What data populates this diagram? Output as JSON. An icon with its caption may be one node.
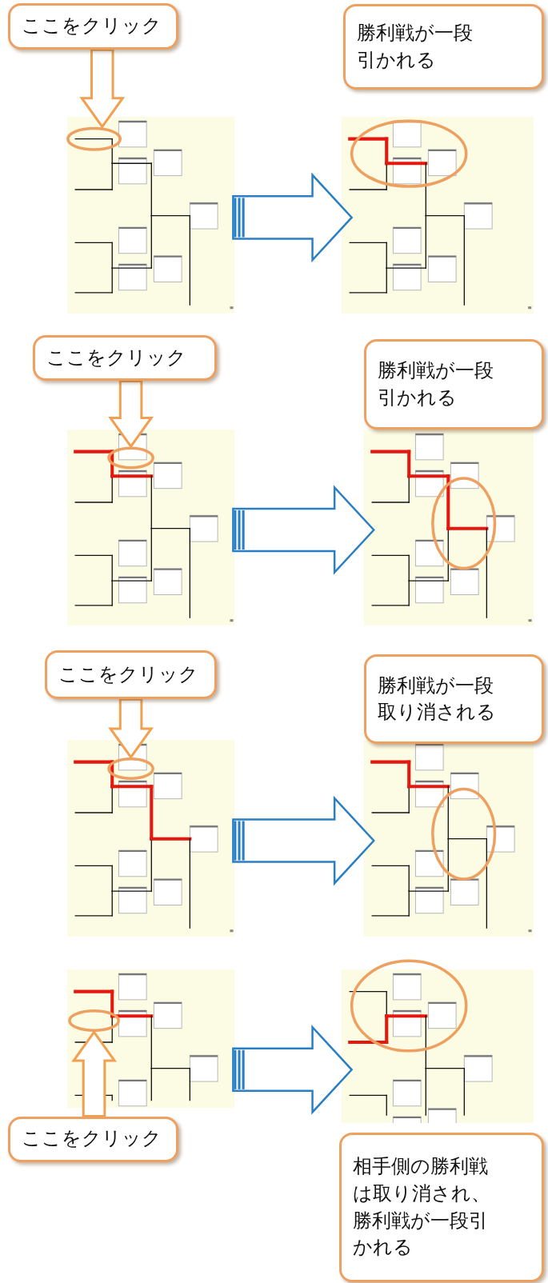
{
  "diagram": {
    "nodes": [
      {
        "text": [
          "ここをクリック"
        ]
      },
      {
        "text": [
          "勝利戦が一段引かれる"
        ]
      },
      {
        "text": [],
        "shape": "bracket"
      },
      {
        "text": [],
        "shape": "bracket"
      },
      {
        "text": [
          "ここをクリック"
        ]
      },
      {
        "text": [
          "勝利戦が一段引かれる"
        ]
      },
      {
        "text": [],
        "shape": "bracket"
      },
      {
        "text": [],
        "shape": "bracket"
      },
      {
        "text": [
          "ここをクリック"
        ]
      },
      {
        "text": [
          "勝利戦が一段取り消される"
        ]
      },
      {
        "text": [],
        "shape": "bracket"
      },
      {
        "text": [],
        "shape": "bracket"
      },
      {
        "text": [],
        "shape": "bracket"
      },
      {
        "text": [],
        "shape": "bracket"
      },
      {
        "text": [
          "ここをクリック"
        ]
      },
      {
        "text": [
          "相手側の勝利戦は取り消され、勝利戦が一段引かれる"
        ]
      }
    ],
    "edges": [
      {
        "from": 0,
        "to": 2,
        "arrow": "to",
        "color": "#f0a050"
      },
      {
        "from": 2,
        "to": 3,
        "arrow": "to"
      },
      {
        "from": 4,
        "to": 6,
        "arrow": "to",
        "color": "#f0a050"
      },
      {
        "from": 6,
        "to": 7,
        "arrow": "to"
      },
      {
        "from": 8,
        "to": 10,
        "arrow": "to",
        "color": "#f0a050"
      },
      {
        "from": 10,
        "to": 11,
        "arrow": "to"
      },
      {
        "from": 14,
        "to": 12,
        "arrow": "to",
        "color": "#f0a050"
      },
      {
        "from": 12,
        "to": 13,
        "arrow": "to"
      }
    ]
  }
}
